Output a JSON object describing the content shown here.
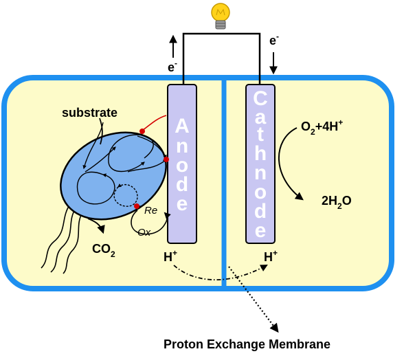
{
  "labels": {
    "substrate": "substrate",
    "co2_main": "CO",
    "co2_sub": "2",
    "anode_letters": [
      "A",
      "n",
      "o",
      "d",
      "e"
    ],
    "cathode_letters": [
      "C",
      "a",
      "t",
      "h",
      "n",
      "o",
      "d",
      "e"
    ],
    "electron_left": "e",
    "electron_left_sup": "-",
    "electron_right": "e",
    "electron_right_sup": "-",
    "hplus_left": "H",
    "hplus_left_sup": "+",
    "hplus_right": "H",
    "hplus_right_sup": "+",
    "o2_o": "O",
    "o2_sub": "2",
    "o2_rest": "+4H",
    "o2_sup": "+",
    "water_pre": "2H",
    "water_sub": "2",
    "water_post": "O",
    "re": "Re",
    "ox": "Ox",
    "membrane": "Proton Exchange Membrane"
  },
  "colors": {
    "chamber_fill": "#fdfbc9",
    "chamber_border": "#1e90f0",
    "electrode_fill": "#c9c7f2",
    "bacterium_fill": "#7fb2ee",
    "bulb": "#ffd21a",
    "mediator_dot": "#d40000"
  }
}
